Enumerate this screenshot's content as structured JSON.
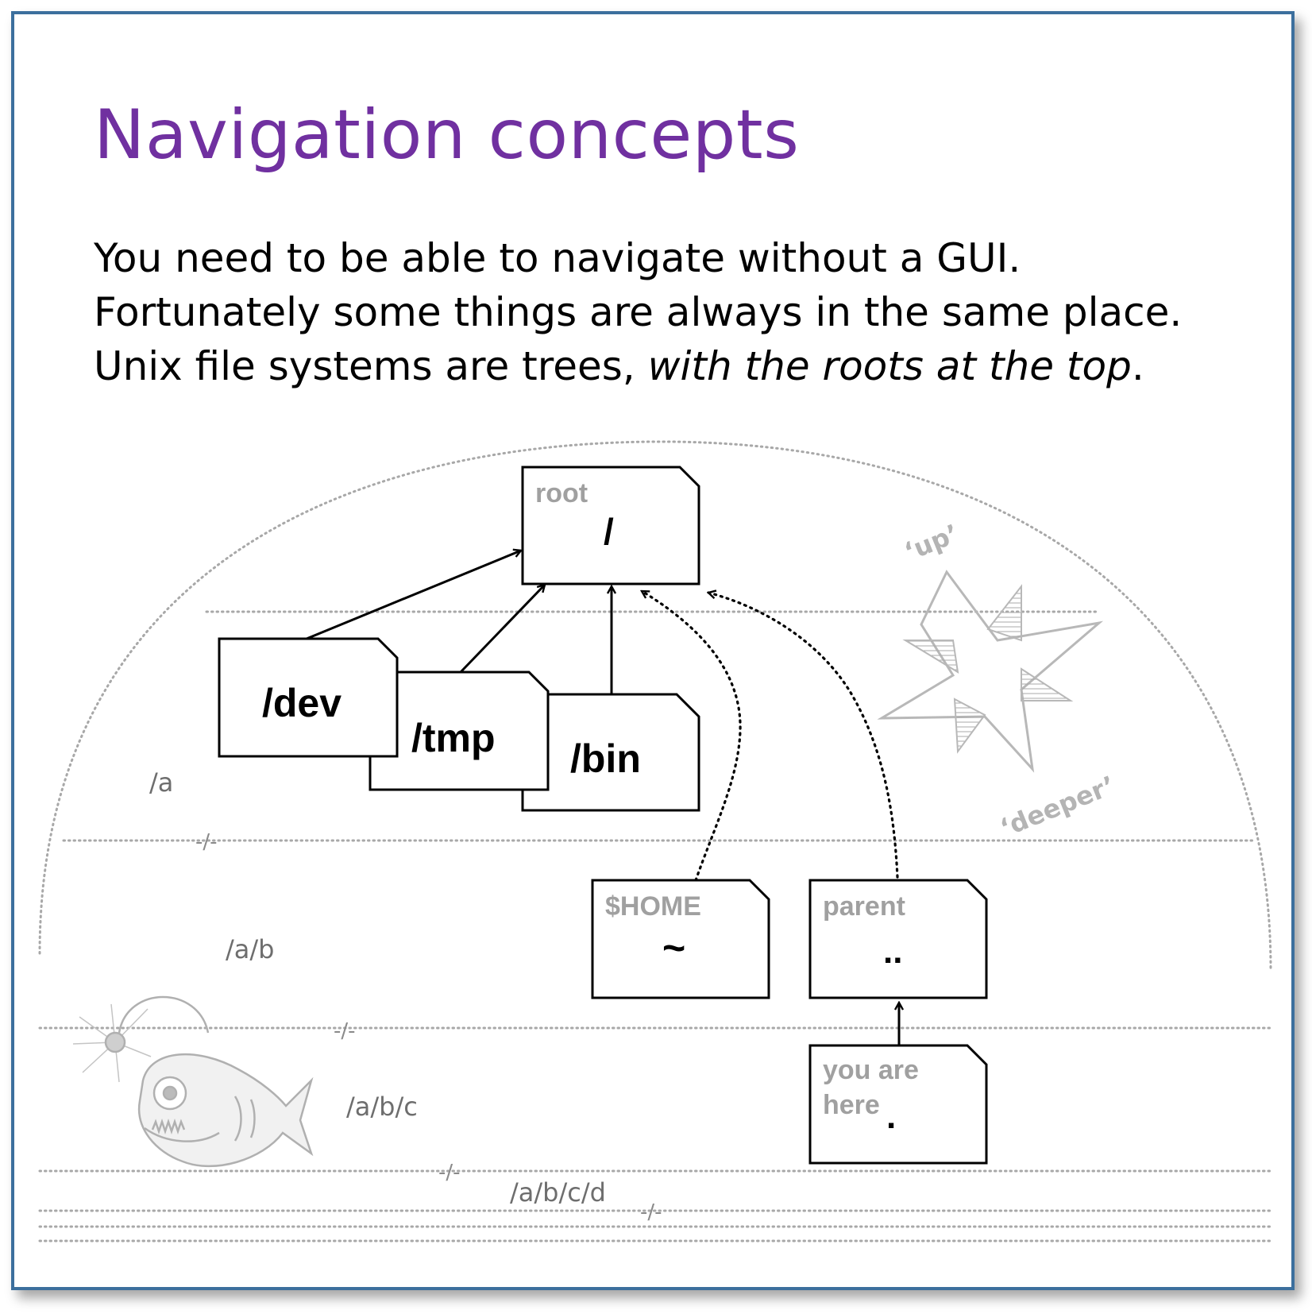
{
  "slide": {
    "title": "Navigation concepts",
    "body": {
      "line1": "You need to be able to navigate without a GUI.",
      "line2": "Fortunately some things are always in the same place.",
      "line3_plain": "Unix file systems are trees, ",
      "line3_italic": "with the roots at the top",
      "line3_end": "."
    }
  },
  "diagram": {
    "root": {
      "caption": "root",
      "symbol": "/"
    },
    "top_dirs": [
      "/dev",
      "/tmp",
      "/bin"
    ],
    "home": {
      "caption": "$HOME",
      "symbol": "~"
    },
    "parent": {
      "caption": "parent",
      "symbol": ".."
    },
    "current": {
      "caption_line1": "you are",
      "caption_line2": "here",
      "symbol": "."
    },
    "compass": {
      "up_label": "‘up’",
      "deeper_label": "‘deeper’"
    },
    "depth_paths": [
      "/a",
      "/a/b",
      "/a/b/c",
      "/a/b/c/d"
    ],
    "separator_label": "-/-",
    "colors": {
      "title": "#7030a0",
      "border": "#3c6f9d",
      "faint": "#9a9a9a",
      "box_stroke": "#000000"
    }
  }
}
